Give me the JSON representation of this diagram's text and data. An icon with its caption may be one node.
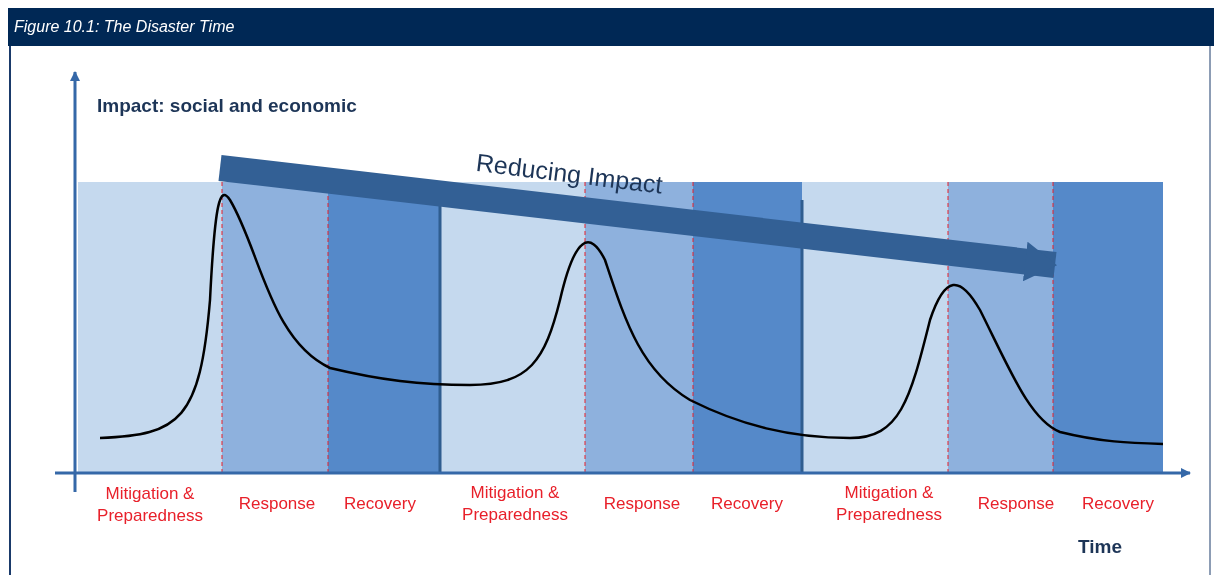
{
  "diagram": {
    "title": "Figure 10.1: The Disaster Time",
    "labels": [
      "Impact: social and economic",
      "Reducing Impact",
      "Mitigation & Preparedness",
      "Response",
      "Recovery",
      "Mitigation & Preparedness",
      "Response",
      "Recovery",
      "Mitigation & Preparedness",
      "Response",
      "Recovery",
      "Time"
    ]
  }
}
